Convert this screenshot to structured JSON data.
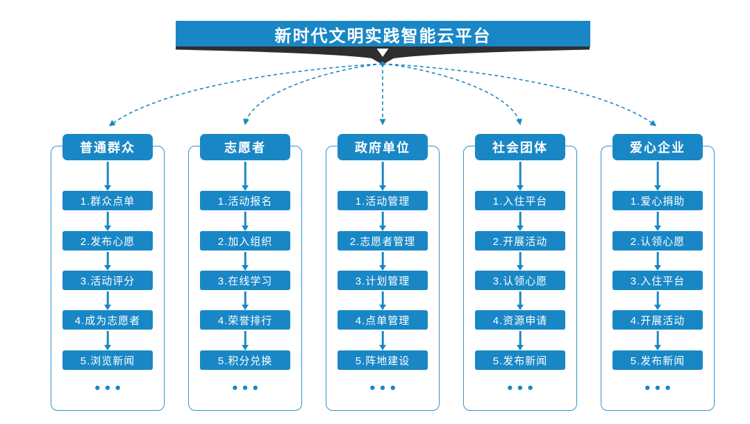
{
  "title": "新时代文明实践智能云平台",
  "colors": {
    "accent_blue": "#1987c5",
    "panel_border_blue": "#2f90ce",
    "wedge_dark": "#2e2e2e",
    "text_white": "#ffffff",
    "background": "#ffffff"
  },
  "columns": [
    {
      "header": "普通群众",
      "items": [
        "1.群众点单",
        "2.发布心愿",
        "3.活动评分",
        "4.成为志愿者",
        "5.浏览新闻"
      ],
      "more": "•••"
    },
    {
      "header": "志愿者",
      "items": [
        "1.活动报名",
        "2.加入组织",
        "3.在线学习",
        "4.荣誉排行",
        "5.积分兑换"
      ],
      "more": "•••"
    },
    {
      "header": "政府单位",
      "items": [
        "1.活动管理",
        "2.志愿者管理",
        "3.计划管理",
        "4.点单管理",
        "5.阵地建设"
      ],
      "more": "•••"
    },
    {
      "header": "社会团体",
      "items": [
        "1.入住平台",
        "2.开展活动",
        "3.认领心愿",
        "4.资源申请",
        "5.发布新闻"
      ],
      "more": "•••"
    },
    {
      "header": "爱心企业",
      "items": [
        "1.爱心捐助",
        "2.认领心愿",
        "3.入住平台",
        "4.开展活动",
        "5.发布新闻"
      ],
      "more": "•••"
    }
  ]
}
